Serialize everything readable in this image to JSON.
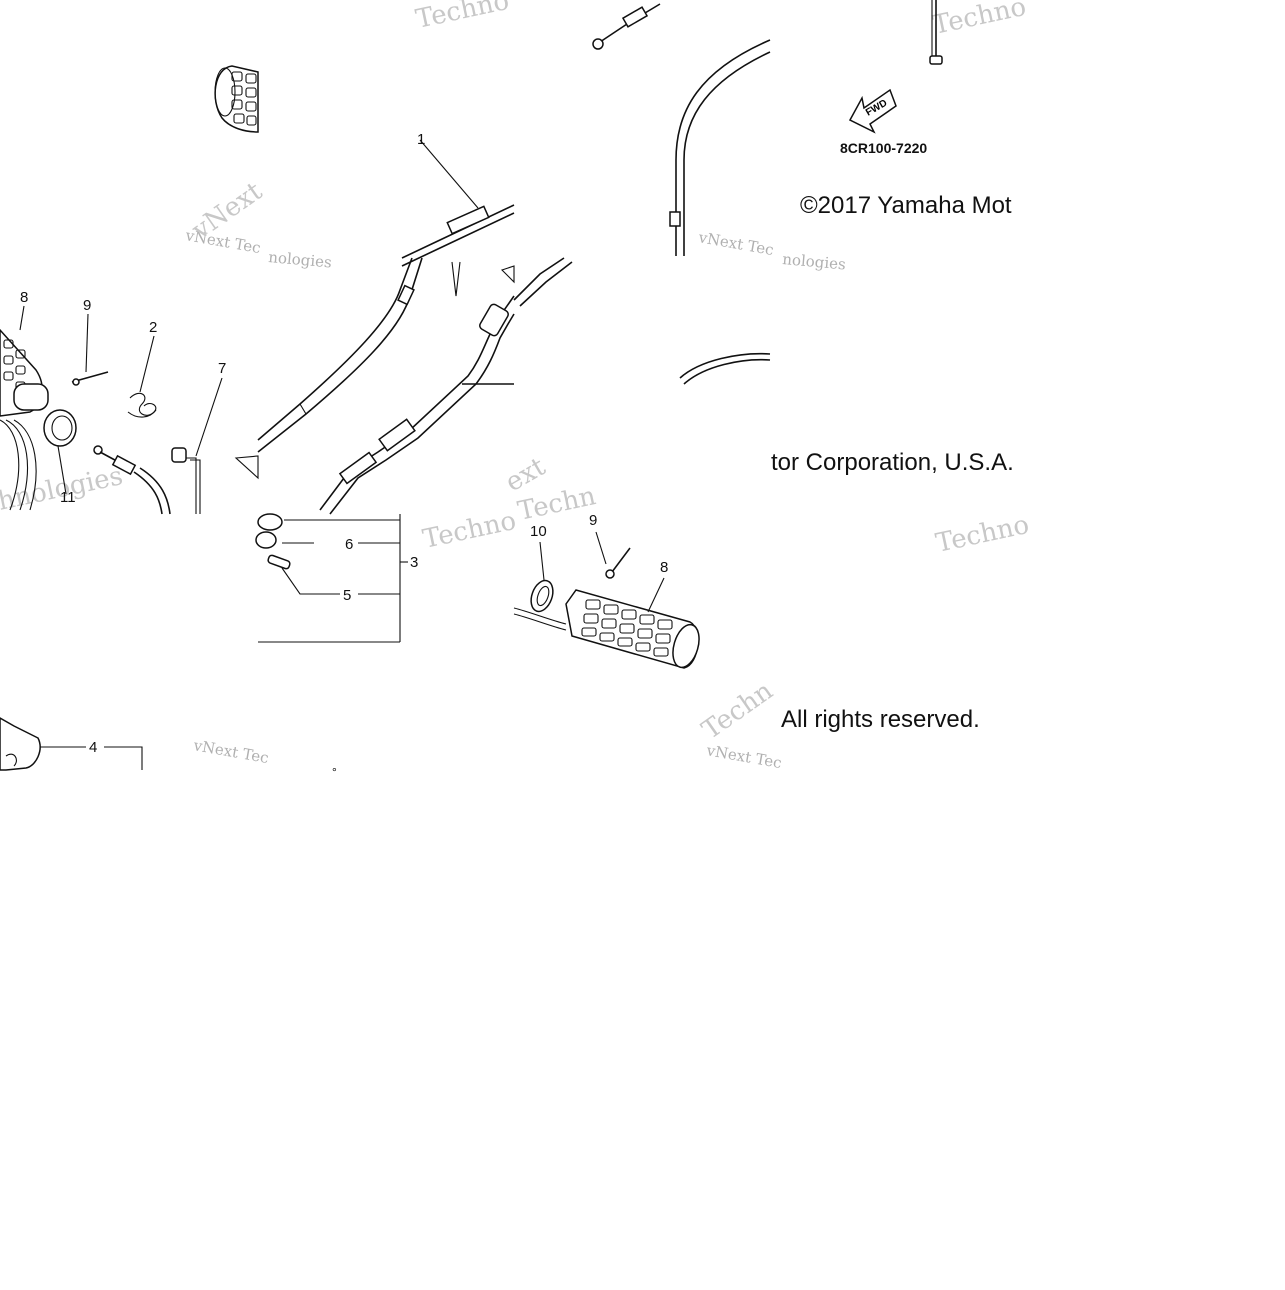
{
  "diagram": {
    "part_code": "8CR100-7220",
    "fwd_label": "FWD",
    "copyright_line_1": "©2017 Yamaha Mot",
    "copyright_line_2": "tor Corporation, U.S.A.",
    "copyright_line_3": "All rights reserved.",
    "callouts": {
      "c1": "1",
      "c2": "2",
      "c3": "3",
      "c4": "4",
      "c5": "5",
      "c6": "6",
      "c7": "7",
      "c8a": "8",
      "c8b": "8",
      "c9a": "9",
      "c9b": "9",
      "c10": "10",
      "c11": "11"
    },
    "watermarks": {
      "w1": "Techno",
      "w2": "Techno",
      "w3": "Techno",
      "w4": "Techno",
      "w5": "vNext Tec",
      "w6": "vNext Tec",
      "w7": "vNext Tec",
      "w8": "vNext Tec",
      "w9": "vNext",
      "w10": "hnologies",
      "w11": "nologies",
      "w12": "nologies",
      "w13": "ext",
      "w14": "Techn",
      "w15": "Techn"
    }
  }
}
